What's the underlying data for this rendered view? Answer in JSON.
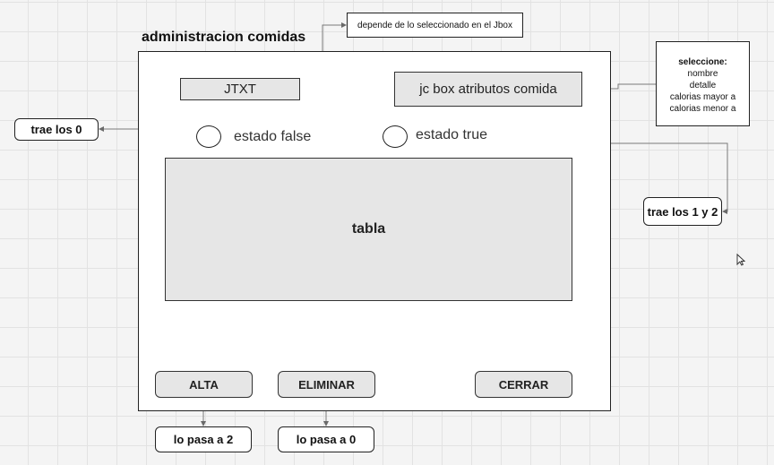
{
  "title": "administracion comidas",
  "text_field": "JTXT",
  "combo_box": "jc box atributos comida",
  "note_top": "depende de lo seleccionado en el Jbox",
  "select_note": {
    "heading": "seleccione:",
    "options": [
      "nombre",
      "detalle",
      "calorias mayor a",
      "calorias menor a"
    ]
  },
  "radio_false": "estado false",
  "radio_true": "estado true",
  "trae_0": "trae los 0",
  "trae_1_2": "trae los 1 y 2",
  "table_label": "tabla",
  "buttons": {
    "alta": "ALTA",
    "eliminar": "ELIMINAR",
    "cerrar": "CERRAR"
  },
  "lo_pasa_2": "lo pasa a 2",
  "lo_pasa_0": "lo pasa a 0",
  "colors": {
    "line": "#7a7a7a",
    "box_fill": "#e6e6e6",
    "border": "#222222"
  },
  "icons": {
    "cursor": "mouse-pointer-icon"
  }
}
